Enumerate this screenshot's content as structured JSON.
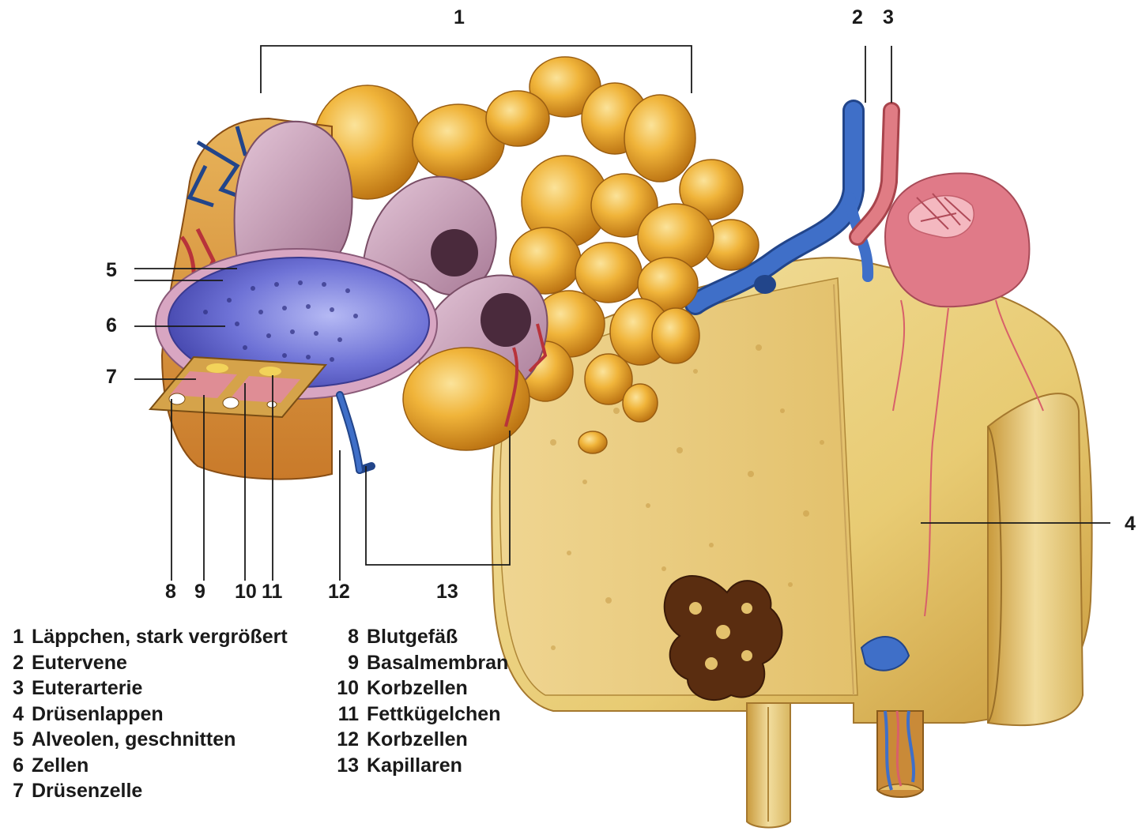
{
  "callouts": [
    "1",
    "2",
    "3",
    "4",
    "5",
    "6",
    "7",
    "8",
    "9",
    "10",
    "11",
    "12",
    "13"
  ],
  "legend_left": [
    {
      "num": "1",
      "text": "Läppchen, stark vergrößert"
    },
    {
      "num": "2",
      "text": "Eutervene"
    },
    {
      "num": "3",
      "text": "Euterarterie"
    },
    {
      "num": "4",
      "text": "Drüsenlappen"
    },
    {
      "num": "5",
      "text": "Alveolen, geschnitten"
    },
    {
      "num": "6",
      "text": "Zellen"
    },
    {
      "num": "7",
      "text": "Drüsenzelle"
    }
  ],
  "legend_right": [
    {
      "num": "8",
      "text": "Blutgefäß"
    },
    {
      "num": "9",
      "text": "Basalmembran"
    },
    {
      "num": "10",
      "text": "Korbzellen"
    },
    {
      "num": "11",
      "text": "Fettkügelchen"
    },
    {
      "num": "12",
      "text": "Korbzellen"
    },
    {
      "num": "13",
      "text": "Kapillaren"
    }
  ],
  "colors": {
    "fat_globule": "#e9a52a",
    "gland_tissue": "#e9cf7c",
    "vein": "#3f6fc8",
    "artery": "#d8606a",
    "alveolus_wall": "#c99bb4",
    "cell_layer": "#6b6fd0",
    "leader_line": "#1a1a1a"
  }
}
